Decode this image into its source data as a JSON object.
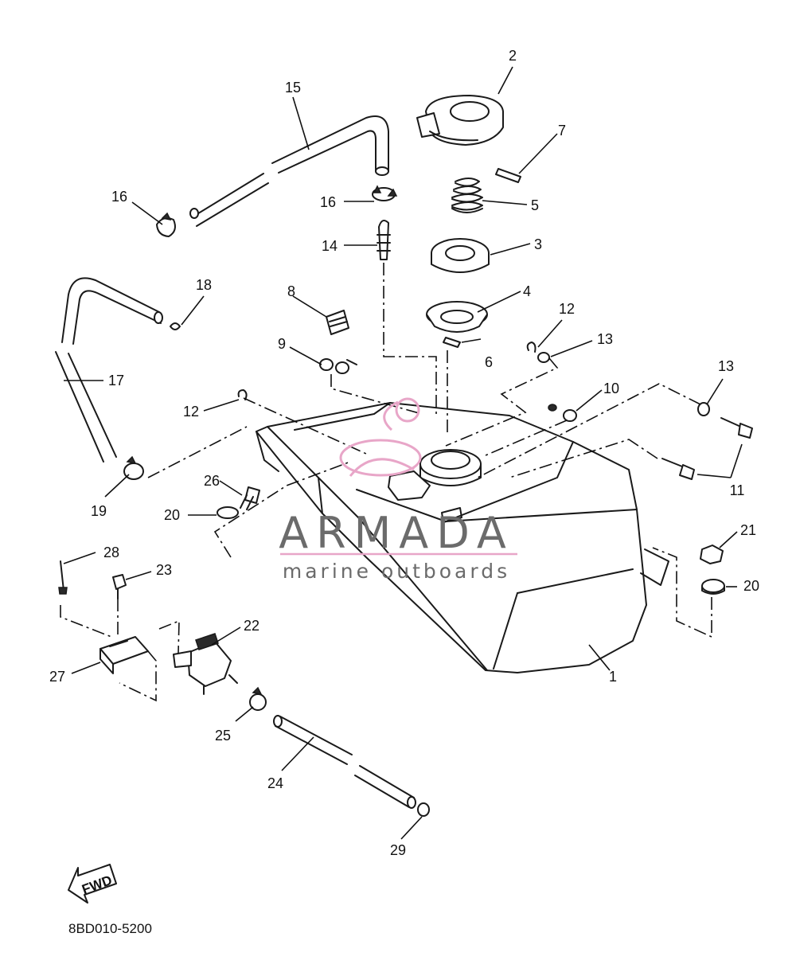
{
  "watermark": {
    "title": "ARMADA",
    "subtitle": "marine outboards",
    "accent_color": "#e8a6c8"
  },
  "diagram_code": "8BD010-5200",
  "fwd_label": "FWD",
  "callouts": {
    "p1": "1",
    "p2": "2",
    "p3": "3",
    "p4": "4",
    "p5": "5",
    "p6": "6",
    "p7": "7",
    "p8": "8",
    "p9": "9",
    "p10": "10",
    "p11": "11",
    "p12a": "12",
    "p12b": "12",
    "p13a": "13",
    "p13b": "13",
    "p14": "14",
    "p15": "15",
    "p16a": "16",
    "p16b": "16",
    "p17": "17",
    "p18": "18",
    "p19": "19",
    "p20a": "20",
    "p20b": "20",
    "p21": "21",
    "p22": "22",
    "p23": "23",
    "p24": "24",
    "p25": "25",
    "p26": "26",
    "p27": "27",
    "p28": "28",
    "p29": "29"
  },
  "icons": {
    "fwd_arrow": "fwd-arrow-icon",
    "watermark_logo": "armada-logo-icon"
  }
}
